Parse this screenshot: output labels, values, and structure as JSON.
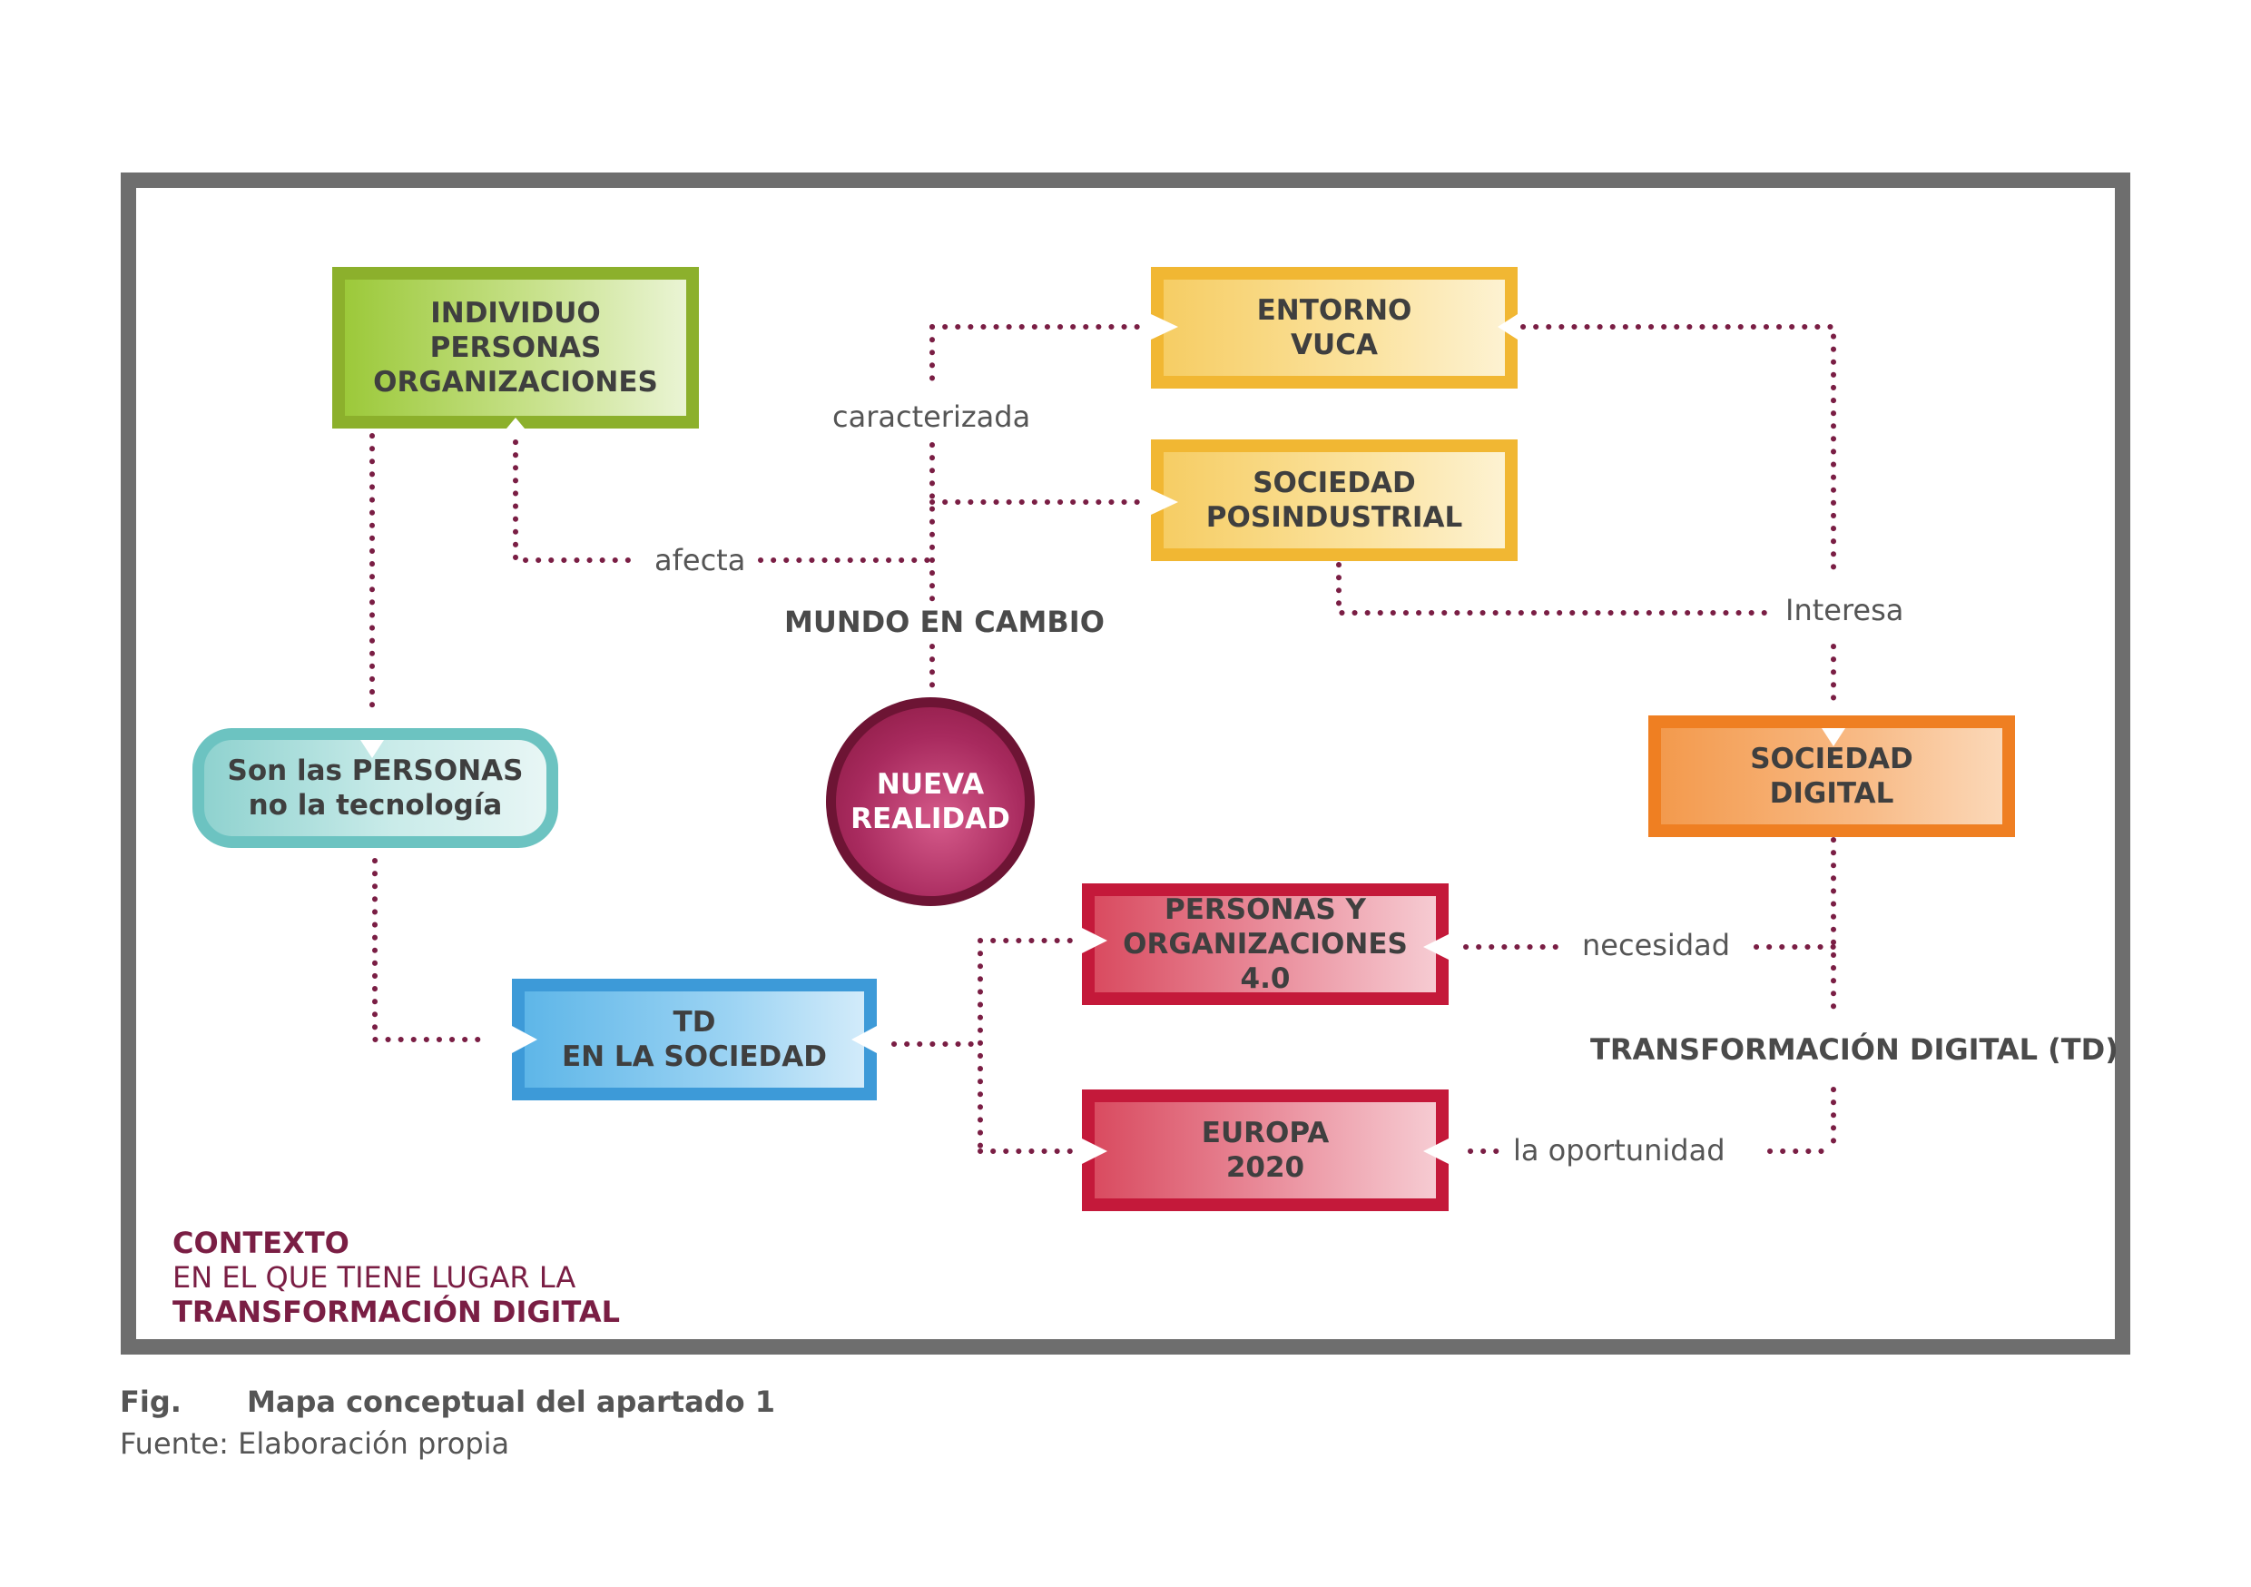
{
  "diagram": {
    "nodes": {
      "individuo": "INDIVIDUO\nPERSONAS\nORGANIZACIONES",
      "entorno": "ENTORNO\nVUCA",
      "posindustrial": "SOCIEDAD\nPOSINDUSTRIAL",
      "sociedad_digital": "SOCIEDAD\nDIGITAL",
      "personas": "Son las PERSONAS\nno la tecnología",
      "nueva_realidad": "NUEVA\nREALIDAD",
      "td_sociedad": "TD\nEN LA SOCIEDAD",
      "personas_org": "PERSONAS Y\nORGANIZACIONES 4.0",
      "europa": "EUROPA\n2020"
    },
    "edge_labels": {
      "caracterizada": "caracterizada",
      "afecta": "afecta",
      "interesa": "Interesa",
      "necesidad": "necesidad",
      "oportunidad": "la oportunidad"
    },
    "hub_labels": {
      "mundo": "MUNDO EN CAMBIO",
      "td": "TRANSFORMACIÓN DIGITAL (TD)"
    },
    "context": {
      "line1": "CONTEXTO",
      "line2": "EN EL QUE TIENE LUGAR LA",
      "line3": "TRANSFORMACIÓN DIGITAL"
    },
    "colors": {
      "dots": "#7a1e44",
      "frame": "#6e6e6e",
      "green": "#8cb02c",
      "yellow": "#f1b733",
      "orange": "#ef7f22",
      "blue": "#3d9ad8",
      "red": "#c4193a",
      "teal": "#6cc3c1",
      "circle": "#86183f"
    }
  },
  "caption": {
    "tag": "Fig.",
    "title": "Mapa conceptual del apartado 1",
    "source": "Fuente: Elaboración propia"
  }
}
